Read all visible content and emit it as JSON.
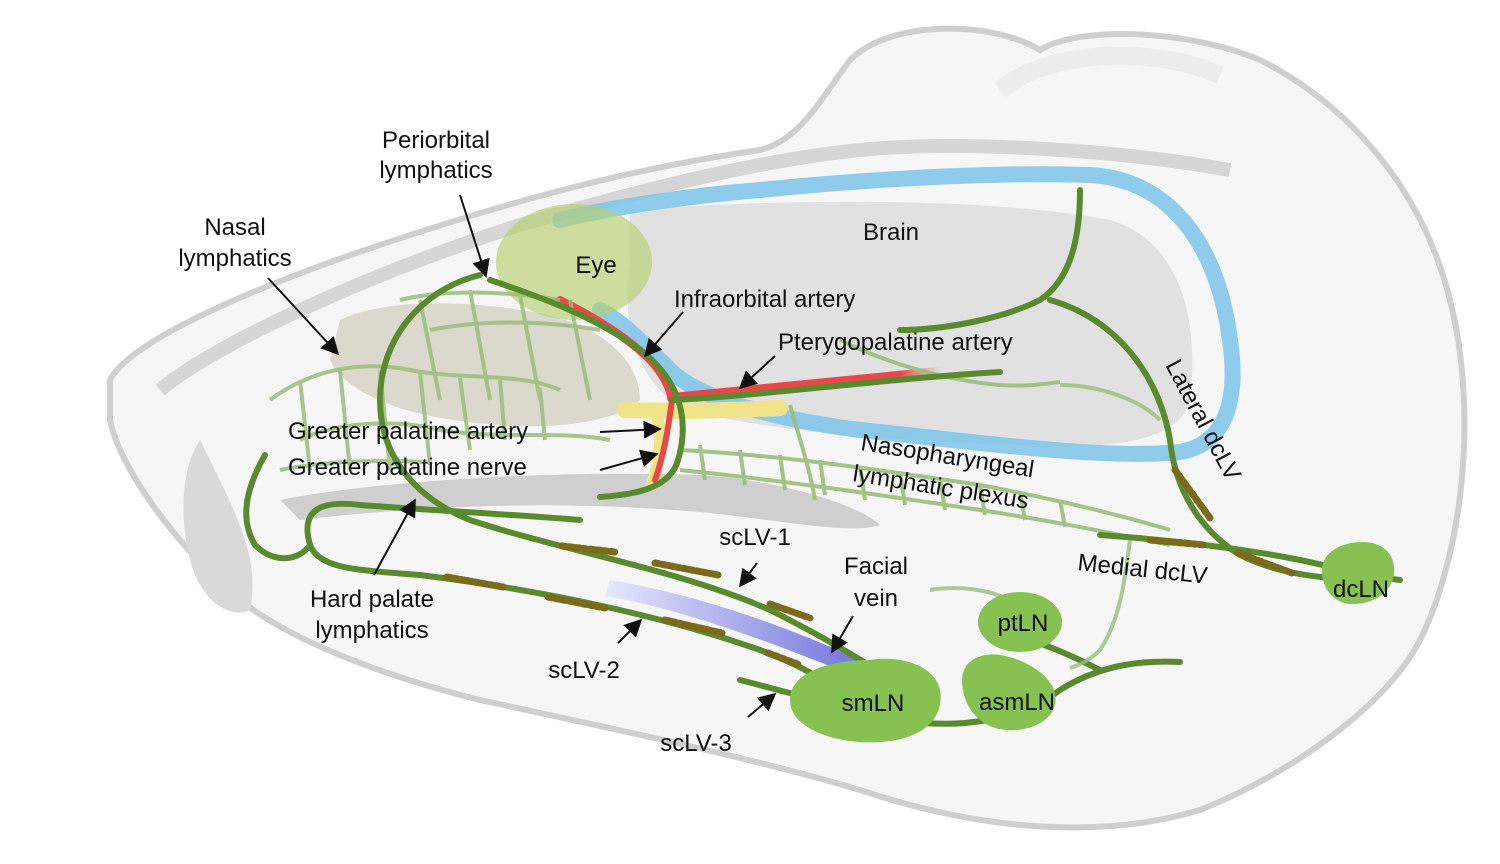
{
  "labels": {
    "periorbital": [
      "Periorbital",
      "lymphatics"
    ],
    "nasal": [
      "Nasal",
      "lymphatics"
    ],
    "eye": "Eye",
    "brain": "Brain",
    "infraorbital_artery": "Infraorbital artery",
    "pterygopalatine_artery": "Pterygopalatine artery",
    "greater_palatine_artery": "Greater palatine artery",
    "greater_palatine_nerve": "Greater palatine nerve",
    "nasopharyngeal": [
      "Nasopharyngeal",
      "lymphatic plexus"
    ],
    "lateral_dclv": "Lateral dcLV",
    "medial_dclv": "Medial dcLV",
    "hard_palate": [
      "Hard palate",
      "lymphatics"
    ],
    "sclv1": "scLV-1",
    "sclv2": "scLV-2",
    "sclv3": "scLV-3",
    "facial_vein": [
      "Facial",
      "vein"
    ]
  },
  "lymph_nodes": {
    "smLN": "smLN",
    "asmLN": "asmLN",
    "ptLN": "ptLN",
    "dcLN": "dcLN"
  },
  "colors": {
    "lymphatic": "#5a8a2e",
    "lymphatic_light": "#9bbd7a",
    "lymph_node": "#86c152",
    "valve": "#7a6a1a",
    "artery": "#e84848",
    "nerve": "#f1e38a",
    "sinus": "#7cc4ea",
    "facial_vein": "#8f8fe6",
    "tissue": "#d9d9d9",
    "outline": "#cfcfcf"
  }
}
